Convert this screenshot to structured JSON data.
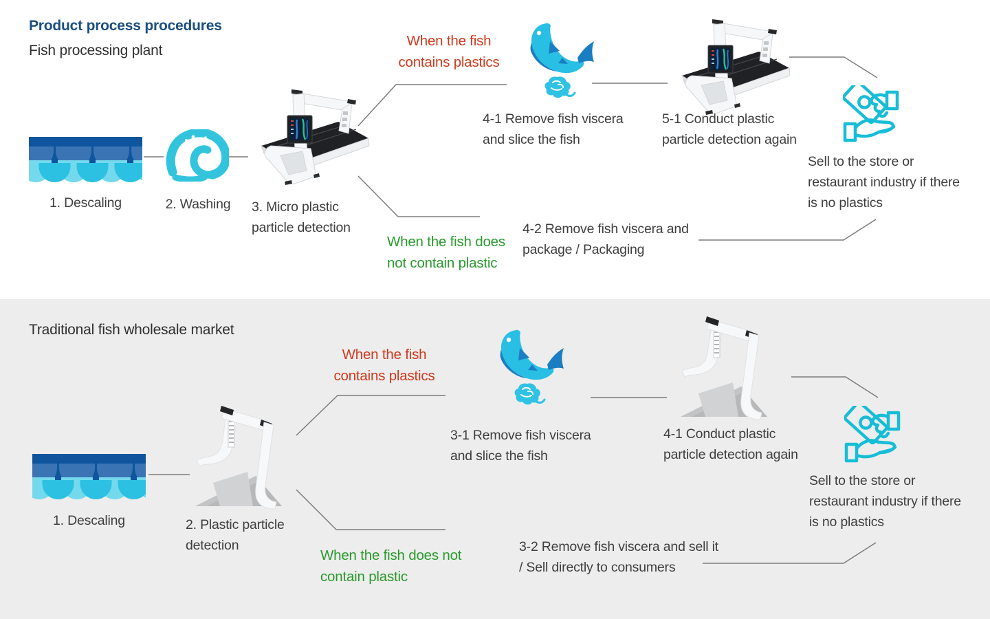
{
  "page": {
    "title": "Product process procedures"
  },
  "plant": {
    "subtitle": "Fish processing plant",
    "step1": "1. Descaling",
    "step2": "2. Washing",
    "step3": "3. Micro plastic particle detection",
    "branch_plastic": "When the fish contains plastics",
    "branch_no_plastic": "When the fish does not contain plastic",
    "step41": "4-1 Remove fish viscera and slice the fish",
    "step51": "5-1 Conduct plastic particle detection again",
    "step42": "4-2 Remove fish viscera and package / Packaging",
    "sell": "Sell to the store or restaurant industry if there is no plastics"
  },
  "market": {
    "title": "Traditional fish wholesale market",
    "step1": "1. Descaling",
    "step2": "2. Plastic particle detection",
    "branch_plastic": "When the fish contains plastics",
    "branch_no_plastic": "When the fish does not contain plastic",
    "step31": "3-1 Remove fish viscera and slice the fish",
    "step41": "4-1 Conduct plastic particle detection again",
    "step32": "3-2 Remove fish viscera and sell it / Sell directly to consumers",
    "sell": "Sell to the store or restaurant industry if there is no plastics"
  },
  "colors": {
    "title_blue": "#1a4e80",
    "body_text": "#3e3e3e",
    "branch_red": "#ce3a1d",
    "branch_green": "#2a9a2d",
    "icon_cyan": "#2fc2e2",
    "scale_dark_blue": "#0e559d",
    "fish_dark_blue": "#1b7ec2",
    "market_section_bg": "#ededed",
    "connector_gray": "#7c7c7c"
  },
  "icons": {
    "descaling": "fish-scales-icon",
    "washing": "wave-icon",
    "plant_detector": "conveyor-detector-icon",
    "market_detector": "stand-detector-icon",
    "fish": "fish-with-viscera-icon",
    "sell": "hand-receiving-money-icon"
  }
}
